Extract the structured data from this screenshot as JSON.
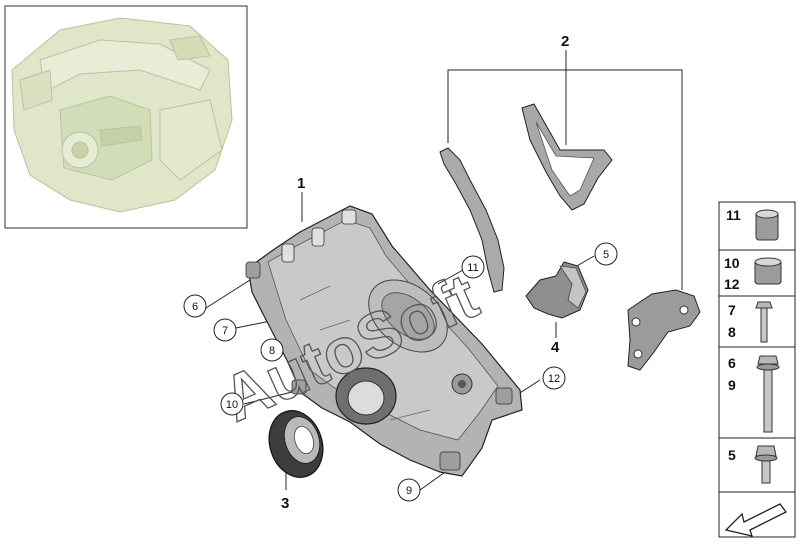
{
  "callouts": {
    "c1": "1",
    "c2": "2",
    "c3": "3",
    "c4": "4",
    "c5": "5",
    "c6": "6",
    "c7": "7",
    "c8": "8",
    "c9": "9",
    "c10": "10",
    "c11": "11",
    "c12": "12"
  },
  "parts_panel": {
    "row1": [
      "11"
    ],
    "row2": [
      "10",
      "12"
    ],
    "row3": [
      "7",
      "8"
    ],
    "row4": [
      "6",
      "9"
    ],
    "row5": [
      "5"
    ]
  },
  "watermark": "AutoSoft",
  "colors": {
    "line": "#222222",
    "engine_tint": "#cfd8b8",
    "part_grey": "#a9a9a9",
    "part_dark": "#555555"
  },
  "icons": [
    "engine-overview-icon",
    "timing-case-cover-icon",
    "gasket-icon",
    "shaft-seal-icon",
    "bracket-icon",
    "sleeve-icon",
    "bolt-icon",
    "arrow-icon"
  ]
}
